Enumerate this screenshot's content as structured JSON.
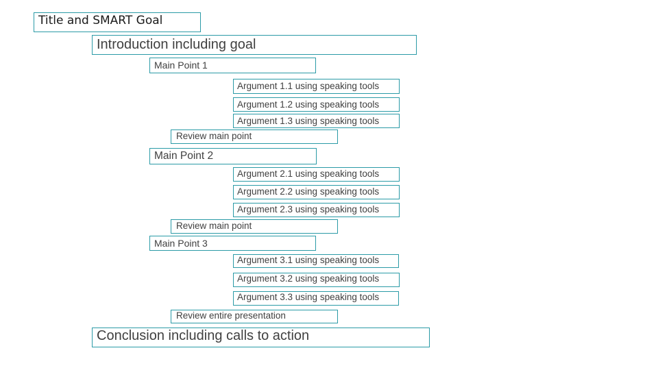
{
  "outline": {
    "title": "Title and SMART Goal",
    "introduction": "Introduction including goal",
    "main_points": [
      {
        "label": "Main Point 1",
        "arguments": [
          "Argument 1.1 using speaking tools",
          "Argument 1.2 using speaking tools",
          "Argument 1.3 using speaking tools"
        ],
        "review": "Review main point"
      },
      {
        "label": "Main Point 2",
        "arguments": [
          "Argument 2.1 using speaking tools",
          "Argument 2.2 using speaking tools",
          "Argument 2.3 using speaking tools"
        ],
        "review": "Review main point"
      },
      {
        "label": "Main Point 3",
        "arguments": [
          "Argument 3.1 using speaking tools",
          "Argument 3.2 using speaking tools",
          "Argument 3.3 using speaking tools"
        ],
        "review": "Review entire presentation"
      }
    ],
    "conclusion": "Conclusion including calls to action"
  },
  "colors": {
    "border": "#2a9aa6",
    "text": "#404040"
  }
}
